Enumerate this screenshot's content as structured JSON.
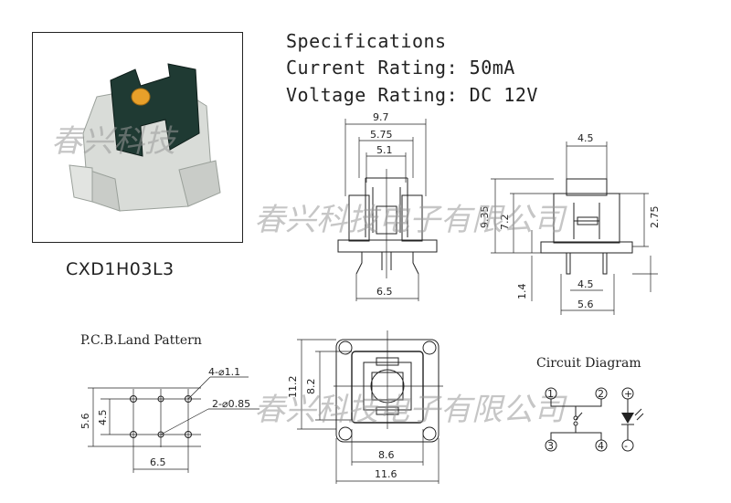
{
  "specs": {
    "title": "Specifications",
    "current": "Current Rating: 50mA",
    "voltage": "Voltage Rating: DC 12V"
  },
  "part_number": "CXD1H03L3",
  "watermark": {
    "photo": "春兴科技",
    "side": "春兴科技电子有限公司",
    "bottom": "春兴科技电子有限公司"
  },
  "front_view": {
    "dims": [
      "9.7",
      "5.75",
      "5.1",
      "6.5"
    ]
  },
  "side_view": {
    "dims": [
      "4.5",
      "9.35",
      "7.2",
      "2.75",
      "1.4",
      "4.5",
      "5.6"
    ]
  },
  "pcb": {
    "title": "P.C.B.Land Pattern",
    "hole_large": "4-⌀1.1",
    "hole_small": "2-⌀0.85",
    "dims": [
      "5.6",
      "4.5",
      "6.5"
    ]
  },
  "top_view": {
    "dims": [
      "11.2",
      "8.2",
      "8.6",
      "11.6"
    ]
  },
  "circuit": {
    "title": "Circuit Diagram",
    "pins": [
      "1",
      "2",
      "3",
      "4",
      "+",
      "-"
    ]
  },
  "colors": {
    "line": "#222222",
    "watermark": "#999999",
    "photo_body": "#d9dcd8",
    "photo_actuator": "#1f3a33",
    "photo_led": "#e8a02a"
  }
}
